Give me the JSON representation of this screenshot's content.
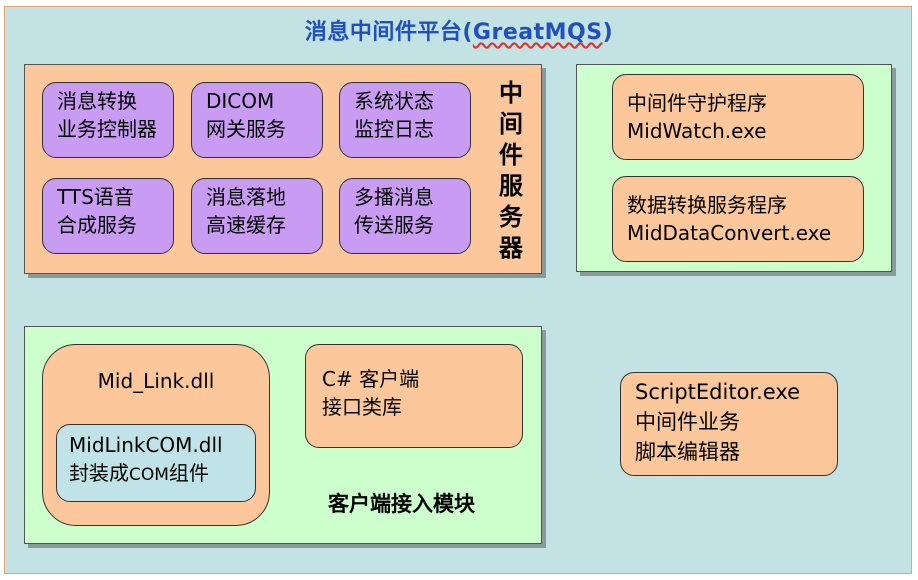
{
  "title": {
    "chinese": "消息中间件平台(",
    "brand": "GreatMQS",
    "close": ")"
  },
  "middleware_server": {
    "label": "中间件服务器",
    "services": [
      {
        "line1": "消息转换",
        "line2": "业务控制器"
      },
      {
        "line1": "DICOM",
        "line2": "网关服务"
      },
      {
        "line1": "系统状态",
        "line2": "监控日志"
      },
      {
        "line1": "TTS语音",
        "line2": "合成服务"
      },
      {
        "line1": "消息落地",
        "line2": "高速缓存"
      },
      {
        "line1": "多播消息",
        "line2": "传送服务"
      }
    ]
  },
  "programs": [
    {
      "line1": "中间件守护程序",
      "line2": "MidWatch.exe"
    },
    {
      "line1": "数据转换服务程序",
      "line2": "MidDataConvert.exe"
    }
  ],
  "client_module": {
    "label": "客户端接入模块",
    "mid_link": {
      "title": "Mid_Link.dll"
    },
    "mid_link_com": {
      "line1": "MidLinkCOM.dll",
      "line2a": "封装成",
      "line2b": "COM",
      "line2c": "组件"
    },
    "csharp": {
      "line1": "C# 客户端",
      "line2": "接口类库"
    }
  },
  "script_editor": {
    "line1": "ScriptEditor.exe",
    "line2": "中间件业务",
    "line3": "脚本编辑器"
  }
}
